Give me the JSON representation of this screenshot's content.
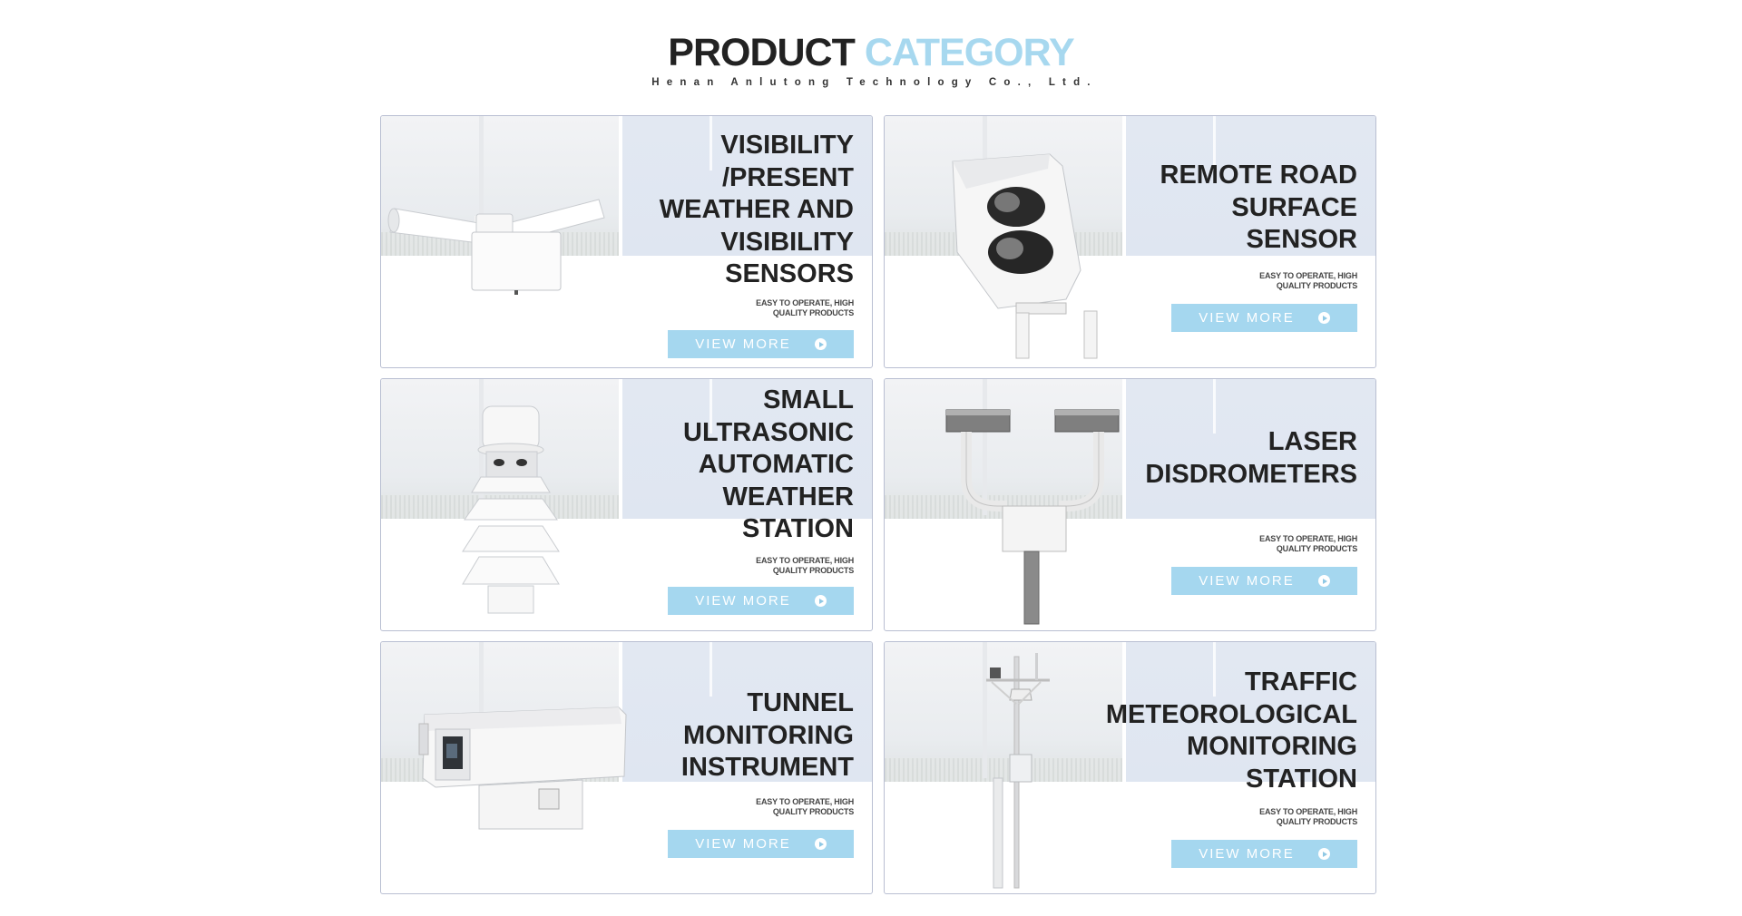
{
  "header": {
    "title_word1": "PRODUCT",
    "title_word2": "CATEGORY",
    "subtitle": "Henan Anlutong Technology Co., Ltd.",
    "accent_color": "#a7d8ef"
  },
  "cards": [
    {
      "title": "VISIBILITY\n/PRESENT\nWEATHER AND\nVISIBILITY\nSENSORS",
      "tag": "EASY TO OPERATE, HIGH\nQUALITY PRODUCTS",
      "button": "VIEW MORE",
      "icon": "visibility-sensor-image"
    },
    {
      "title": "REMOTE ROAD\nSURFACE\nSENSOR",
      "tag": "EASY TO OPERATE, HIGH\nQUALITY PRODUCTS",
      "button": "VIEW MORE",
      "icon": "road-surface-sensor-image"
    },
    {
      "title": "SMALL\nULTRASONIC\nAUTOMATIC\nWEATHER\nSTATION",
      "tag": "EASY TO OPERATE, HIGH\nQUALITY PRODUCTS",
      "button": "VIEW MORE",
      "icon": "ultrasonic-weather-station-image"
    },
    {
      "title": "LASER\nDISDROMETERS",
      "tag": "EASY TO OPERATE, HIGH\nQUALITY PRODUCTS",
      "button": "VIEW MORE",
      "icon": "laser-disdrometer-image"
    },
    {
      "title": "TUNNEL\nMONITORING\nINSTRUMENT",
      "tag": "EASY TO OPERATE, HIGH\nQUALITY PRODUCTS",
      "button": "VIEW MORE",
      "icon": "tunnel-camera-image"
    },
    {
      "title": "TRAFFIC\nMETEOROLOGICAL\nMONITORING\nSTATION",
      "tag": "EASY TO OPERATE, HIGH\nQUALITY PRODUCTS",
      "button": "VIEW MORE",
      "icon": "traffic-weather-station-image"
    }
  ],
  "button_color": "#a5d7ef"
}
